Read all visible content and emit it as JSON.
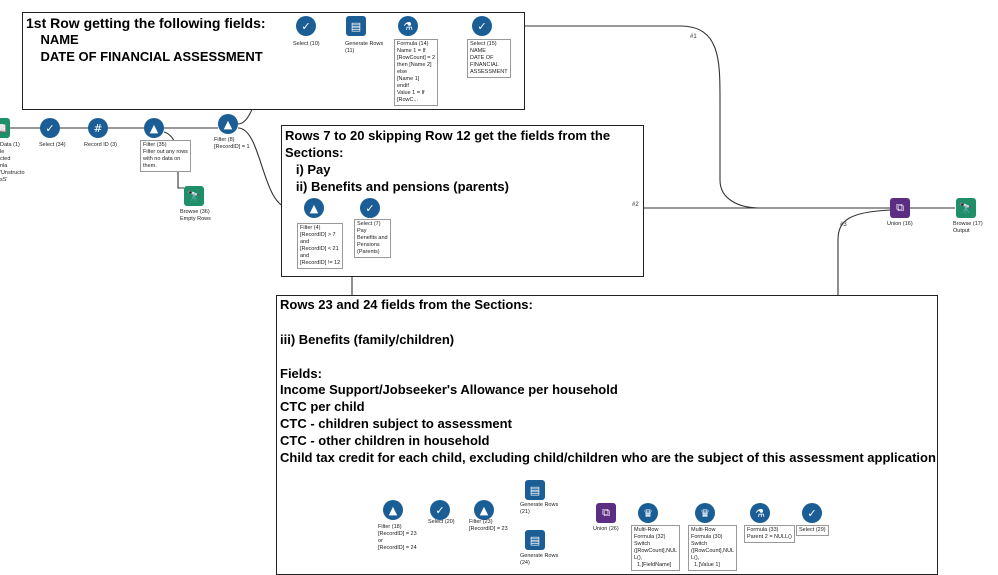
{
  "comments": {
    "c1": [
      "1st Row getting the following fields:",
      "    NAME",
      "    DATE OF FINANCIAL ASSESSMENT"
    ],
    "c2": [
      "Rows 7 to 20 skipping Row 12 get the fields from the",
      "Sections:",
      "   i) Pay",
      "   ii) Benefits and pensions (parents)"
    ],
    "c3": [
      "Rows 23 and 24 fields from the Sections:",
      "",
      "iii) Benefits (family/children)",
      "",
      "Fields:",
      "Income Support/Jobseeker's Allowance per household",
      "CTC per child",
      "CTC - children subject to assessment",
      "CTC - other children in household",
      "Child tax credit for each child, excluding child/children who are the subject of this assessment application"
    ]
  },
  "tools": {
    "data1": {
      "icon": "📖",
      "label": "Data (1)\nle\ncted\nnla\n'Unstructo\nsS'"
    },
    "select34": {
      "icon": "✓",
      "label": "Select (34)"
    },
    "record3": {
      "icon": "#",
      "label": "Record ID (3)"
    },
    "filter35": {
      "icon": "▲",
      "label": "Filter (35)\nFilter out any rows\nwith no data on\nthem."
    },
    "browse36": {
      "icon": "🔭",
      "label": "Browse (36)\nEmpty Rows"
    },
    "filter8": {
      "icon": "▲",
      "label": "Filter (8)\n[RecordID] = 1"
    },
    "select10": {
      "icon": "✓",
      "label": "Select (10)"
    },
    "genrows11": {
      "icon": "▤",
      "label": "Generate Rows\n(11)"
    },
    "formula14": {
      "icon": "⚗",
      "label": "Formula (14)\nName 1 = If\n[RowCount] = 2\nthen [Name 2]\nelse\n[Name 1]\nendif\nValue 1 = If\n[RowC..."
    },
    "select15": {
      "icon": "✓",
      "label": "Select (15)\nNAME\nDATE OF\nFINANCIAL\nASSESSMENT"
    },
    "filter4": {
      "icon": "▲",
      "label": "Filter (4)\n[RecordID] > 7\nand\n[RecordID] < 21\nand\n[RecordID] != 12"
    },
    "select7": {
      "icon": "✓",
      "label": "Select (7)\nPay\nBenefits and\nPensions\n(Parents)"
    },
    "union16": {
      "icon": "⧉",
      "label": "Union (16)"
    },
    "browse17": {
      "icon": "🔭",
      "label": "Browse (17)\nOutput"
    },
    "filter18": {
      "icon": "▲",
      "label": "Filter (18)\n[RecordID] = 23\nor\n[RecordID] = 24"
    },
    "select20": {
      "icon": "✓",
      "label": "Select (20)"
    },
    "filter23": {
      "icon": "▲",
      "label": "Filter (23)\n[RecordID] = 23"
    },
    "genrows21": {
      "icon": "▤",
      "label": "Generate Rows\n(21)"
    },
    "genrows24": {
      "icon": "▤",
      "label": "Generate Rows\n(24)"
    },
    "union26": {
      "icon": "⧉",
      "label": "Union (26)"
    },
    "multirow32": {
      "icon": "♛",
      "label": "Multi-Row\nFormula (32)\nSwitch\n([RowCount],NUL\nL(),\n  1,[FieldName]"
    },
    "multirow30": {
      "icon": "♛",
      "label": "Multi-Row\nFormula (30)\nSwitch\n([RowCount],NUL\nL(),\n  1,[Value 1]"
    },
    "formula33": {
      "icon": "⚗",
      "label": "Formula (33)\nParent 2 = NULL()"
    },
    "select29": {
      "icon": "✓",
      "label": "Select (29)"
    }
  },
  "connection_numbers": {
    "n1": "#1",
    "n2": "#2",
    "n3": "#3"
  },
  "colors": {
    "tool_blue": "#1b5e96",
    "tool_green": "#1f8f6a",
    "tool_purple": "#5b2d83",
    "line": "#333333"
  }
}
